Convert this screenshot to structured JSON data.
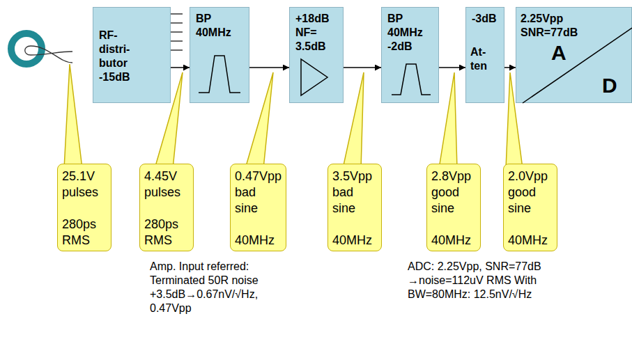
{
  "diagram": {
    "nodes": [
      {
        "text": [
          "RF- distri- butor -15dB"
        ]
      },
      {
        "text": [
          "BP 40MHz"
        ]
      },
      {
        "text": [
          "+18dB NF= 3.5dB"
        ]
      },
      {
        "text": [
          "BP 40MHz -2dB"
        ]
      },
      {
        "text": [
          "-3dB",
          "At- ten"
        ]
      },
      {
        "text": [
          "2.25Vpp SNR=77dB",
          "A",
          "D"
        ]
      },
      {
        "text": [
          "25.1V pulses",
          "280ps RMS"
        ]
      },
      {
        "text": [
          "4.45V pulses",
          "280ps RMS"
        ]
      },
      {
        "text": [
          "0.47Vpp bad sine",
          "40MHz"
        ]
      },
      {
        "text": [
          "3.5Vpp bad sine",
          "40MHz"
        ]
      },
      {
        "text": [
          "2.8Vpp good sine",
          "40MHz"
        ]
      },
      {
        "text": [
          "2.0Vpp good sine",
          "40MHz"
        ]
      }
    ],
    "edges": [
      {
        "from": 0,
        "to": 1,
        "arrow": "to"
      },
      {
        "from": 1,
        "to": 2,
        "arrow": "to"
      },
      {
        "from": 2,
        "to": 3,
        "arrow": "to"
      },
      {
        "from": 3,
        "to": 4,
        "arrow": "to"
      },
      {
        "from": 4,
        "to": 5,
        "arrow": "to"
      }
    ],
    "labels": [
      "Amp. Input referred: Terminated 50R noise +3.5dB→0.67nV/√Hz, 0.47Vpp",
      "ADC: 2.25Vpp, SNR=77dB →noise=112uV RMS With BW=80MHz: 12.5nV/√Hz"
    ]
  }
}
